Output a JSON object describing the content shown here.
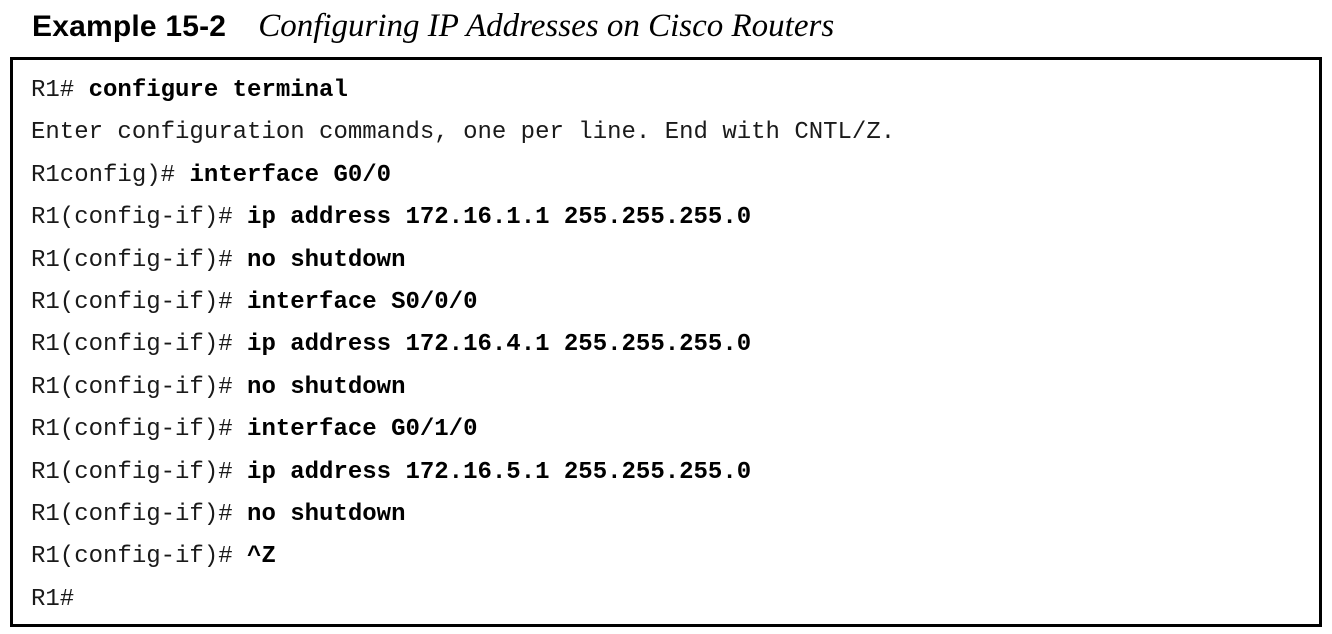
{
  "caption": {
    "label": "Example 15-2",
    "title": "Configuring IP Addresses on Cisco Routers"
  },
  "lines": [
    {
      "prompt": "R1# ",
      "command": "configure terminal"
    },
    {
      "prompt": "Enter configuration commands, one per line. End with CNTL/Z.",
      "command": ""
    },
    {
      "prompt": "R1config)# ",
      "command": "interface G0/0"
    },
    {
      "prompt": "R1(config-if)# ",
      "command": "ip address 172.16.1.1 255.255.255.0"
    },
    {
      "prompt": "R1(config-if)# ",
      "command": "no shutdown"
    },
    {
      "prompt": "R1(config-if)# ",
      "command": "interface S0/0/0"
    },
    {
      "prompt": "R1(config-if)# ",
      "command": "ip address 172.16.4.1 255.255.255.0"
    },
    {
      "prompt": "R1(config-if)# ",
      "command": "no shutdown"
    },
    {
      "prompt": "R1(config-if)# ",
      "command": "interface G0/1/0"
    },
    {
      "prompt": "R1(config-if)# ",
      "command": "ip address 172.16.5.1 255.255.255.0"
    },
    {
      "prompt": "R1(config-if)# ",
      "command": "no shutdown"
    },
    {
      "prompt": "R1(config-if)# ",
      "command": "^Z"
    },
    {
      "prompt": "R1#",
      "command": ""
    }
  ]
}
